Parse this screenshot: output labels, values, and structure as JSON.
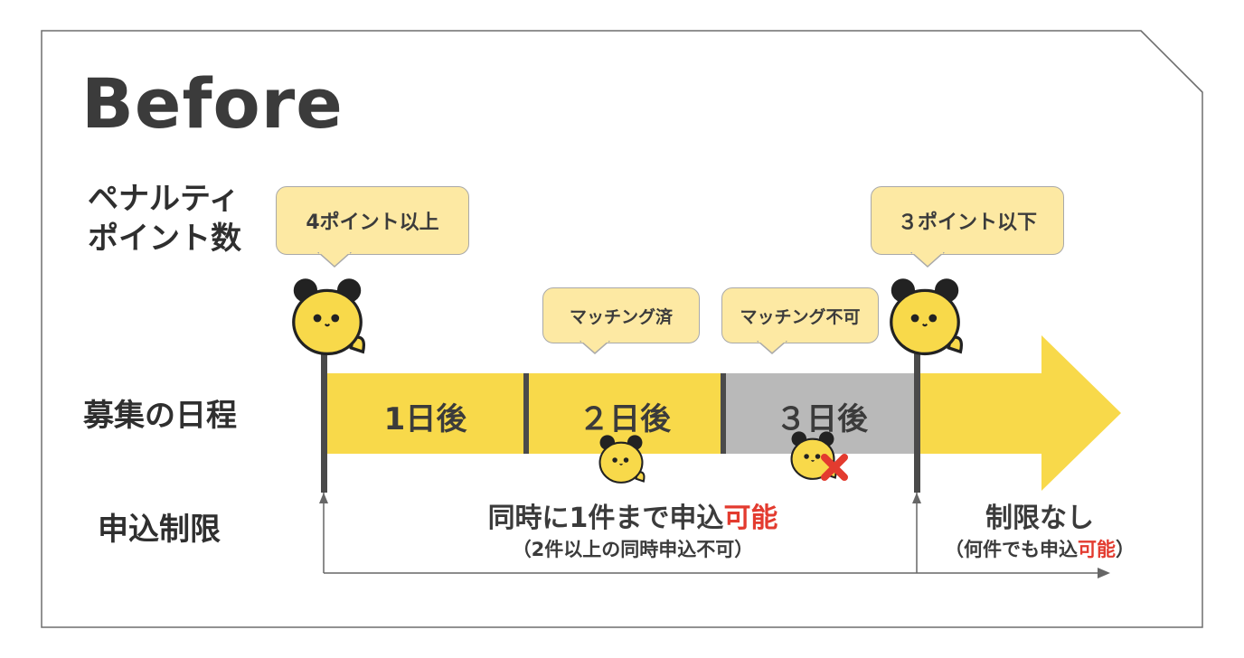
{
  "title": "Before",
  "rows": {
    "penalty": [
      "ペナルティ",
      "ポイント数"
    ],
    "schedule": "募集の日程",
    "limit": "申込制限"
  },
  "callouts": {
    "left": "4ポイント以上",
    "right": "３ポイント以下",
    "matched": "マッチング済",
    "unmatched": "マッチング不可"
  },
  "segments": [
    "1日後",
    "２日後",
    "３日後"
  ],
  "limits": {
    "left_main_prefix": "同時に1件まで申込",
    "left_main_emph": "可能",
    "left_sub": "（2件以上の同時申込不可）",
    "right_main": "制限なし",
    "right_sub_prefix": "（何件でも申込",
    "right_sub_emph": "可能",
    "right_sub_suffix": "）"
  },
  "colors": {
    "yellow": "#f8d94a",
    "gray": "#b9b9b9",
    "callout": "#fde9a3",
    "red": "#e33b2f",
    "dark": "#4a4a4a"
  },
  "icons": [
    "mascot-icon",
    "cross-icon"
  ]
}
